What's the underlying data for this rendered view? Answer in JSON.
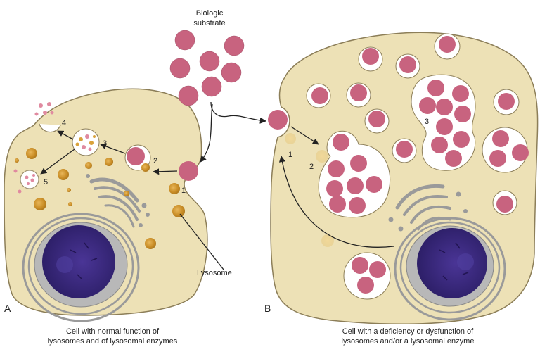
{
  "substrate_label": [
    "Biologic",
    "substrate"
  ],
  "panel_a": {
    "letter": "A",
    "caption": [
      "Cell with normal function of",
      "lysosomes and of lysosomal enzymes"
    ],
    "lysosome_label": "Lysosome",
    "step_numbers": [
      "1",
      "2",
      "3",
      "4",
      "5"
    ]
  },
  "panel_b": {
    "letter": "B",
    "caption": [
      "Cell with a deficiency or dysfunction of",
      "lysosomes and/or a lysosomal enzyme"
    ],
    "step_numbers": [
      "1",
      "2",
      "3"
    ]
  },
  "colors": {
    "cytoplasm": "#ede1b6",
    "membrane": "#8c7e58",
    "substrate": "#c8637f",
    "nucleus": "#3b2a7e",
    "golgi": "#9a9a9a",
    "lysosome": "#d9a23a"
  }
}
